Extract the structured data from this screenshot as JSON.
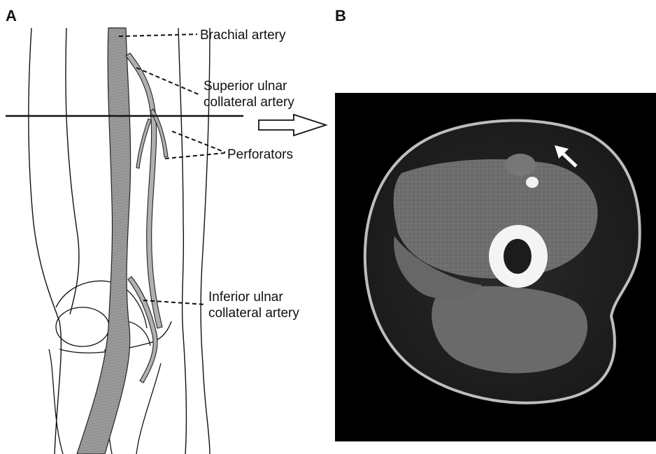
{
  "panels": {
    "a_letter": "A",
    "b_letter": "B"
  },
  "labels": {
    "brachial_artery": "Brachial artery",
    "superior_ulnar_line1": "Superior ulnar",
    "superior_ulnar_line2": "collateral artery",
    "perforators": "Perforators",
    "inferior_ulnar_line1": "Inferior ulnar",
    "inferior_ulnar_line2": "collateral artery"
  },
  "colors": {
    "background": "#ffffff",
    "ct_background": "#000000",
    "artery_gray": "#8a8a8a",
    "line_black": "#111111"
  }
}
